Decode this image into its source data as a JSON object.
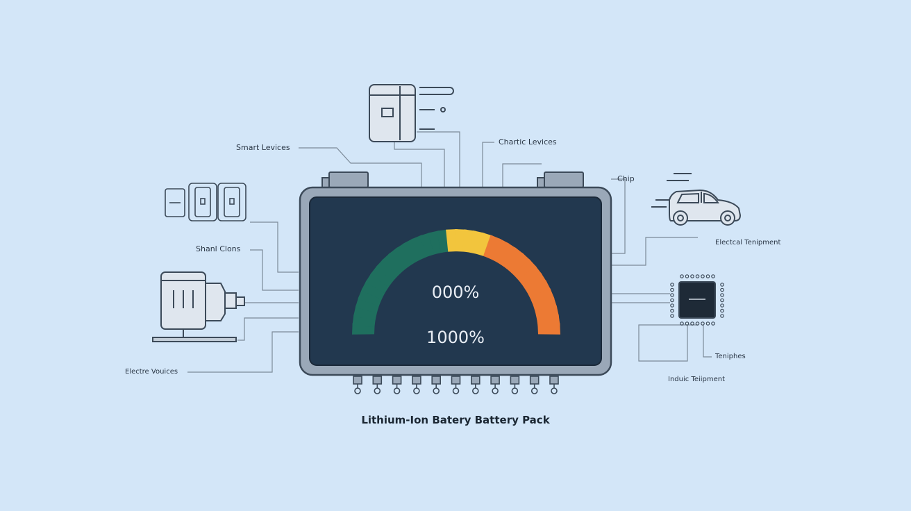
{
  "labels": {
    "smart_devices": "Smart Levices",
    "charger_devices": "Chartic Levices",
    "chip": "Chip",
    "electrical_equipment": "Electcal Tenipment",
    "smart_clocks": "Shanl Clons",
    "electric_devices": "Electre Vouices",
    "telephones": "Teniphes",
    "indust_equipment": "Induic Teiipment"
  },
  "gauge": {
    "value_top": "000%",
    "value_bottom": "1000%"
  },
  "caption": "Lithium-Ion Batery Battery Pack",
  "colors": {
    "background": "#d3e6f8",
    "battery_screen": "#22384f",
    "battery_frame": "#9aa8b8",
    "gauge_green": "#1f6f5e",
    "gauge_yellow": "#f2c53d",
    "gauge_orange": "#ec7a34",
    "line": "#7c8a98"
  },
  "icons": [
    "phone-icon",
    "smart-devices-icon",
    "clock-device-icon",
    "car-icon",
    "chip-icon",
    "electric-motor-icon"
  ]
}
